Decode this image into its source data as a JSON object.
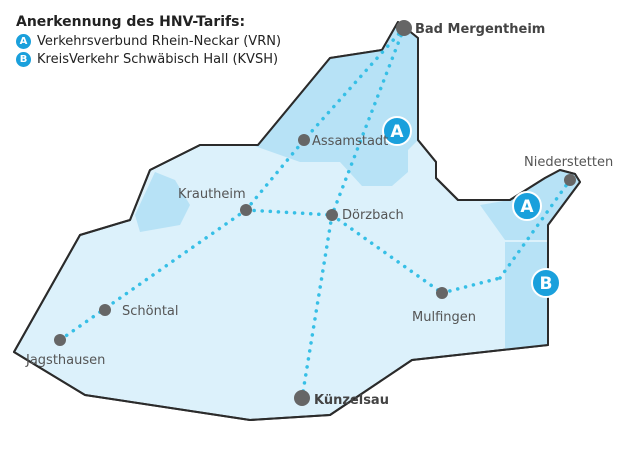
{
  "legend": {
    "title": "Anerkennung des HNV-Tarifs:",
    "items": [
      {
        "badge": "A",
        "label": "Verkehrsverbund Rhein-Neckar (VRN)"
      },
      {
        "badge": "B",
        "label": "KreisVerkehr Schwäbisch Hall (KVSH)"
      }
    ]
  },
  "badges": {
    "a": "A",
    "b": "B"
  },
  "places": {
    "bad_mergentheim": "Bad Mergentheim",
    "assamstadt": "Assamstadt",
    "niederstetten": "Niederstetten",
    "krautheim": "Krautheim",
    "doerzbach": "Dörzbach",
    "schoental": "Schöntal",
    "mulfingen": "Mulfingen",
    "jagsthausen": "Jagsthausen",
    "kuenzelsau": "Künzelsau"
  },
  "colors": {
    "region_fill": "#dcf1fb",
    "zone_fill": "#b0dff5",
    "border": "#2b2b2b",
    "route": "#36bfe6",
    "stop": "#666666",
    "badge": "#1aa0dc"
  }
}
